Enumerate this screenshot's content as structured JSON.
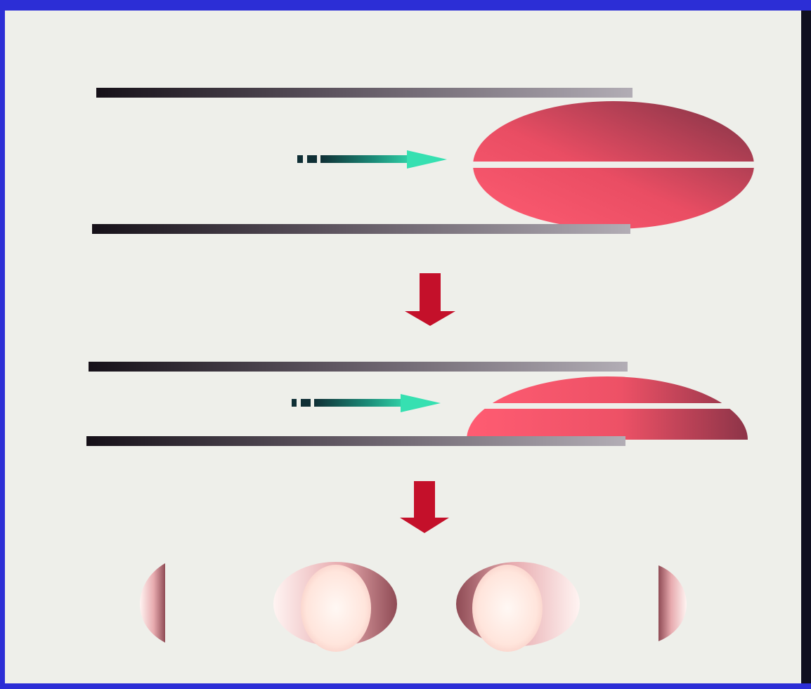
{
  "diagram": {
    "stages": [
      {
        "id": "stage-1",
        "description": ""
      },
      {
        "id": "stage-2",
        "description": ""
      },
      {
        "id": "stage-3",
        "description": ""
      }
    ]
  },
  "colors": {
    "background_frame": "#2c2ed6",
    "slide": "#eeefea",
    "plate_dark": "#151018",
    "plate_light": "#a9a3ac",
    "oval": "#f2556a",
    "oval_shadow": "#8e2f44",
    "flow_arrow": "#2ad3a3",
    "flow_arrow_dark": "#123a3c",
    "down_arrow": "#c4102a"
  }
}
